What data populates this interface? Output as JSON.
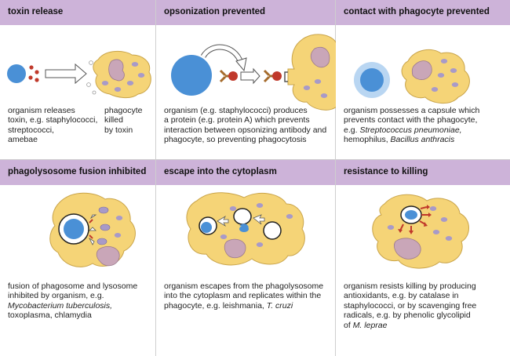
{
  "panels": [
    {
      "title": "toxin release",
      "caption_lines": [
        "organism releases",
        "toxin, e.g. staphylococci,",
        "streptococci,",
        "amebae"
      ],
      "side_caption": [
        "phagocyte",
        "killed",
        "by toxin"
      ]
    },
    {
      "title": "opsonization prevented",
      "caption_lines": [
        "organism (e.g. staphylococci) produces",
        "a protein (e.g. protein A) which prevents",
        "interaction between opsonizing antibody and",
        "phagocyte, so preventing phagocytosis"
      ]
    },
    {
      "title": "contact with phagocyte prevented",
      "caption_lines": [
        "organism possesses a capsule which",
        "prevents contact with the phagocyte,"
      ],
      "caption_line3_prefix": "e.g. ",
      "caption_line3_italic": "Streptococcus pneumoniae,",
      "caption_line4_prefix": "hemophilus, ",
      "caption_line4_italic": "Bacillus anthracis"
    },
    {
      "title": "phagolysosome fusion inhibited",
      "caption_lines": [
        "fusion of phagosome and lysosome",
        "inhibited by organism, e.g."
      ],
      "caption_italic_line": "Mycobacterium tuberculosis,",
      "caption_last_line": "toxoplasma, chlamydia"
    },
    {
      "title": "escape into the cytoplasm",
      "caption_lines": [
        "organism escapes from the phagolysosome",
        "into the cytoplasm and replicates within the"
      ],
      "caption_line3_prefix": "phagocyte, e.g. leishmania, ",
      "caption_line3_italic": "T. cruzi"
    },
    {
      "title": "resistance to killing",
      "caption_lines": [
        "organism resists killing by producing",
        "antioxidants, e.g. by catalase in",
        "staphylococci, or by scavenging free",
        "radicals, e.g. by phenolic glycolipid"
      ],
      "caption_prefix_last": "of ",
      "caption_italic_last": "M. leprae"
    }
  ],
  "colors": {
    "header": "#cdb3d9",
    "cell": "#f5d477",
    "cell_edge": "#c9a44a",
    "organism": "#4a90d6",
    "granule": "#a89ac8",
    "nucleus": "#c9a6b8",
    "toxin": "#c0392b"
  }
}
